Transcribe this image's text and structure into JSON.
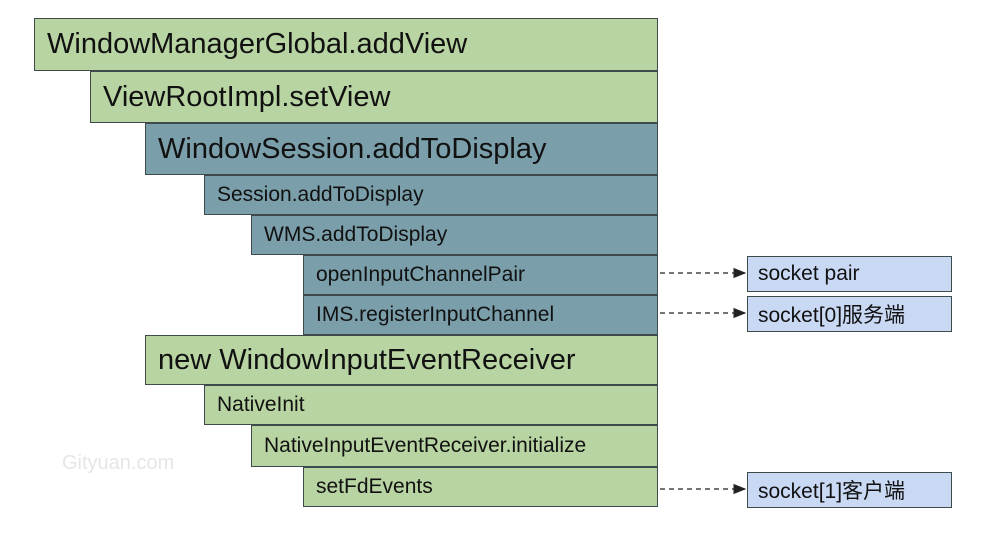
{
  "stack": [
    {
      "id": "wmg",
      "label": "WindowManagerGlobal.addView",
      "color": "green"
    },
    {
      "id": "vri",
      "label": "ViewRootImpl.setView",
      "color": "green"
    },
    {
      "id": "ws",
      "label": "WindowSession.addToDisplay",
      "color": "teal"
    },
    {
      "id": "sess",
      "label": "Session.addToDisplay",
      "color": "teal"
    },
    {
      "id": "wms",
      "label": "WMS.addToDisplay",
      "color": "teal"
    },
    {
      "id": "oicp",
      "label": "openInputChannelPair",
      "color": "teal"
    },
    {
      "id": "ims",
      "label": "IMS.registerInputChannel",
      "color": "teal"
    },
    {
      "id": "nwier",
      "label": "new WindowInputEventReceiver",
      "color": "green"
    },
    {
      "id": "ni",
      "label": "NativeInit",
      "color": "green"
    },
    {
      "id": "nier",
      "label": "NativeInputEventReceiver.initialize",
      "color": "green"
    },
    {
      "id": "sfe",
      "label": "setFdEvents",
      "color": "green"
    }
  ],
  "targets": [
    {
      "id": "pair",
      "label": "socket pair"
    },
    {
      "id": "s0",
      "label": "socket[0]服务端"
    },
    {
      "id": "s1",
      "label": "socket[1]客户端"
    }
  ],
  "watermark": "Gityuan.com",
  "colors": {
    "green": "#b8d4a2",
    "teal": "#7a9eaa",
    "target": "#c9d9f4",
    "border": "#3f4a4d"
  }
}
